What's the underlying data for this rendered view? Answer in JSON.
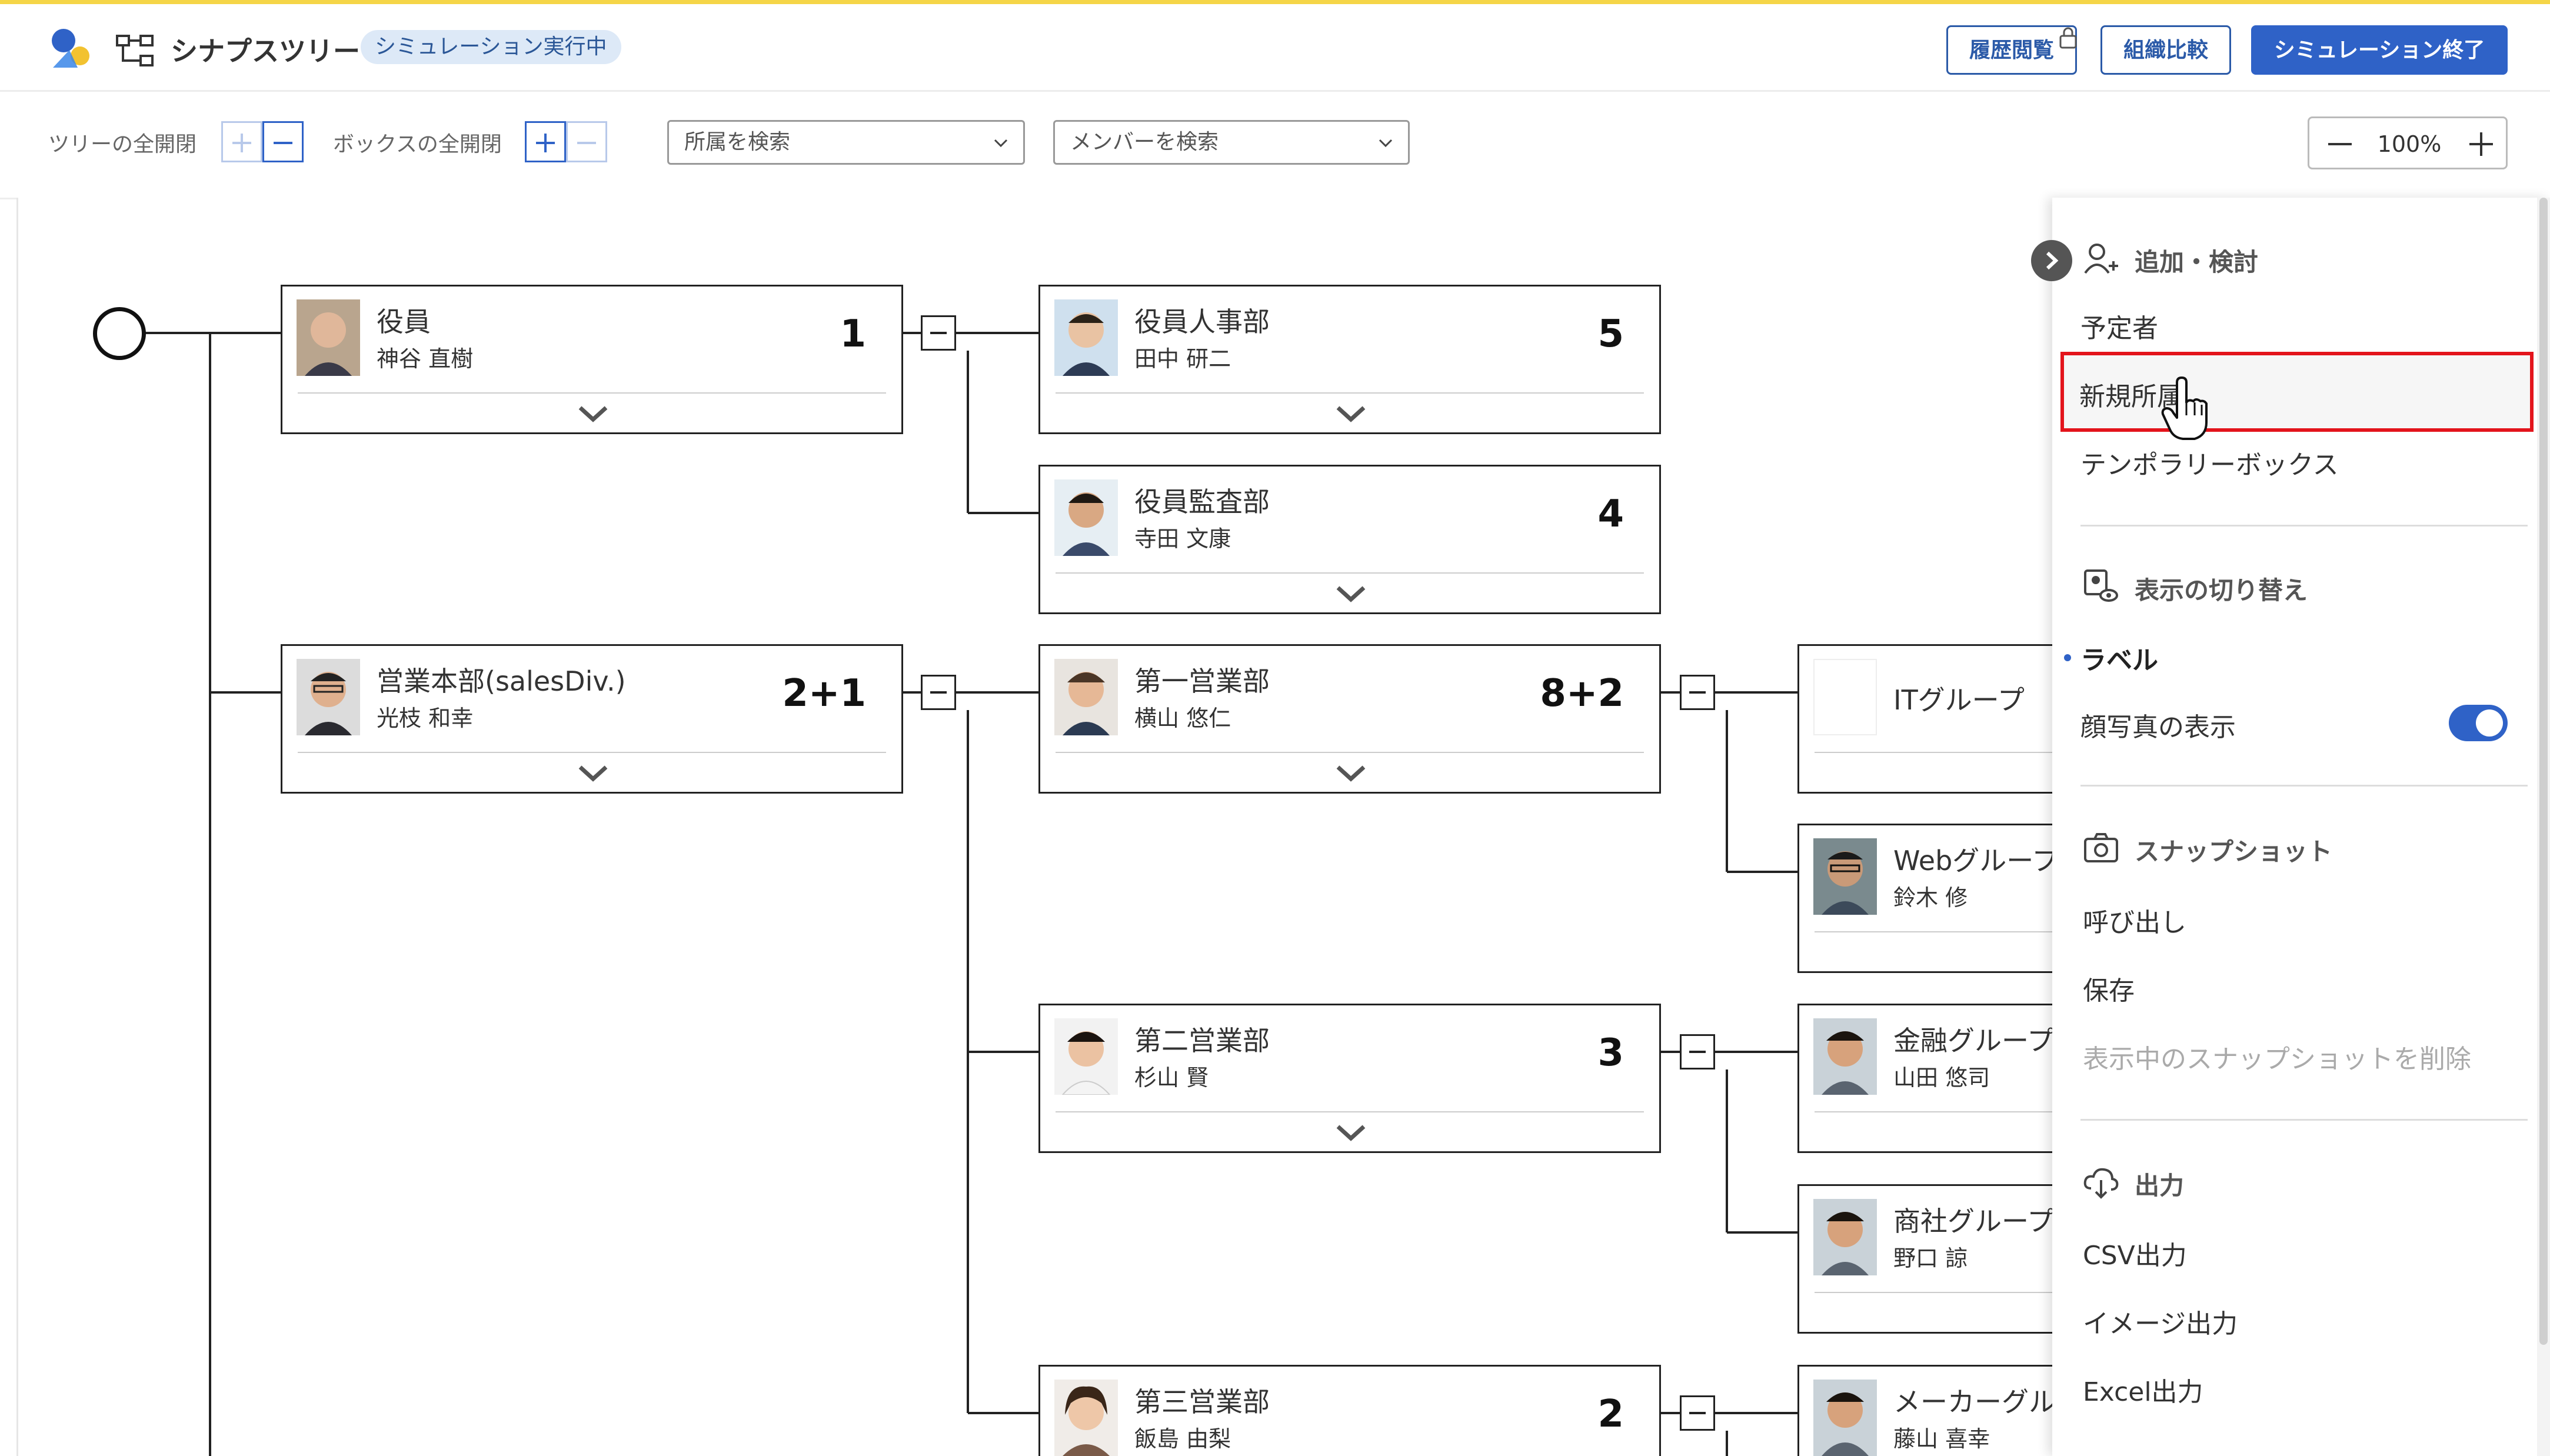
{
  "app": {
    "title": "シナプスツリー",
    "status_badge": "シミュレーション実行中"
  },
  "header_buttons": {
    "history": "履歴閲覧",
    "compare": "組織比較",
    "end_simulation": "シミュレーション終了"
  },
  "toolbar": {
    "tree_expand_label": "ツリーの全開閉",
    "box_expand_label": "ボックスの全開閉",
    "dept_search_placeholder": "所属を検索",
    "member_search_placeholder": "メンバーを検索",
    "zoom": "100%"
  },
  "tree": {
    "nodes": [
      {
        "dept": "役員",
        "person": "神谷 直樹",
        "count": "1"
      },
      {
        "dept": "役員人事部",
        "person": "田中 研二",
        "count": "5"
      },
      {
        "dept": "役員監査部",
        "person": "寺田 文康",
        "count": "4"
      },
      {
        "dept": "営業本部(salesDiv.)",
        "person": "光枝 和幸",
        "count": "2+1"
      },
      {
        "dept": "第一営業部",
        "person": "横山 悠仁",
        "count": "8+2"
      },
      {
        "dept": "ITグループ",
        "person": "",
        "count": ""
      },
      {
        "dept": "Webグループ",
        "person": "鈴木 修",
        "count": ""
      },
      {
        "dept": "第二営業部",
        "person": "杉山 賢",
        "count": "3"
      },
      {
        "dept": "金融グループ",
        "person": "山田 悠司",
        "count": ""
      },
      {
        "dept": "商社グループ",
        "person": "野口 諒",
        "count": ""
      },
      {
        "dept": "第三営業部",
        "person": "飯島 由梨",
        "count": "2"
      },
      {
        "dept": "メーカーグループ",
        "person": "藤山 喜幸",
        "count": ""
      }
    ]
  },
  "panel": {
    "section_add": "追加・検討",
    "planned": "予定者",
    "new_assignment": "新規所属",
    "temporary_box": "テンポラリーボックス",
    "section_display": "表示の切り替え",
    "label": "ラベル",
    "show_photos": "顔写真の表示",
    "show_photos_on": true,
    "section_snapshot": "スナップショット",
    "load": "呼び出し",
    "save": "保存",
    "delete_snapshot": "表示中のスナップショットを削除",
    "section_output": "出力",
    "csv": "CSV出力",
    "image": "イメージ出力",
    "excel": "Excel出力"
  },
  "colors": {
    "accent": "#2f62c7",
    "highlight_border": "#e3141c",
    "badge_bg": "#dde9f7"
  }
}
